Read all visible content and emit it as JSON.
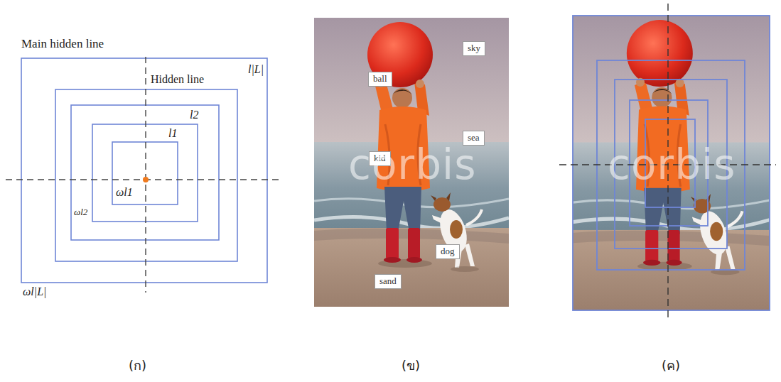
{
  "diagram": {
    "nodes": [
      {
        "text": [
          "sky"
        ]
      },
      {
        "text": [
          "ball"
        ]
      },
      {
        "text": [
          "sea"
        ]
      },
      {
        "text": [
          "kid"
        ]
      },
      {
        "text": [
          "dog"
        ]
      },
      {
        "text": [
          "sand"
        ]
      }
    ],
    "labels": [
      "Main hidden line",
      "Hidden line",
      "l|L|",
      "l2",
      "l1",
      "ωl1",
      "ωl2",
      "ωl|L|",
      "corbis",
      "corbis",
      "(ก)",
      "(ข)",
      "(ค)"
    ]
  }
}
